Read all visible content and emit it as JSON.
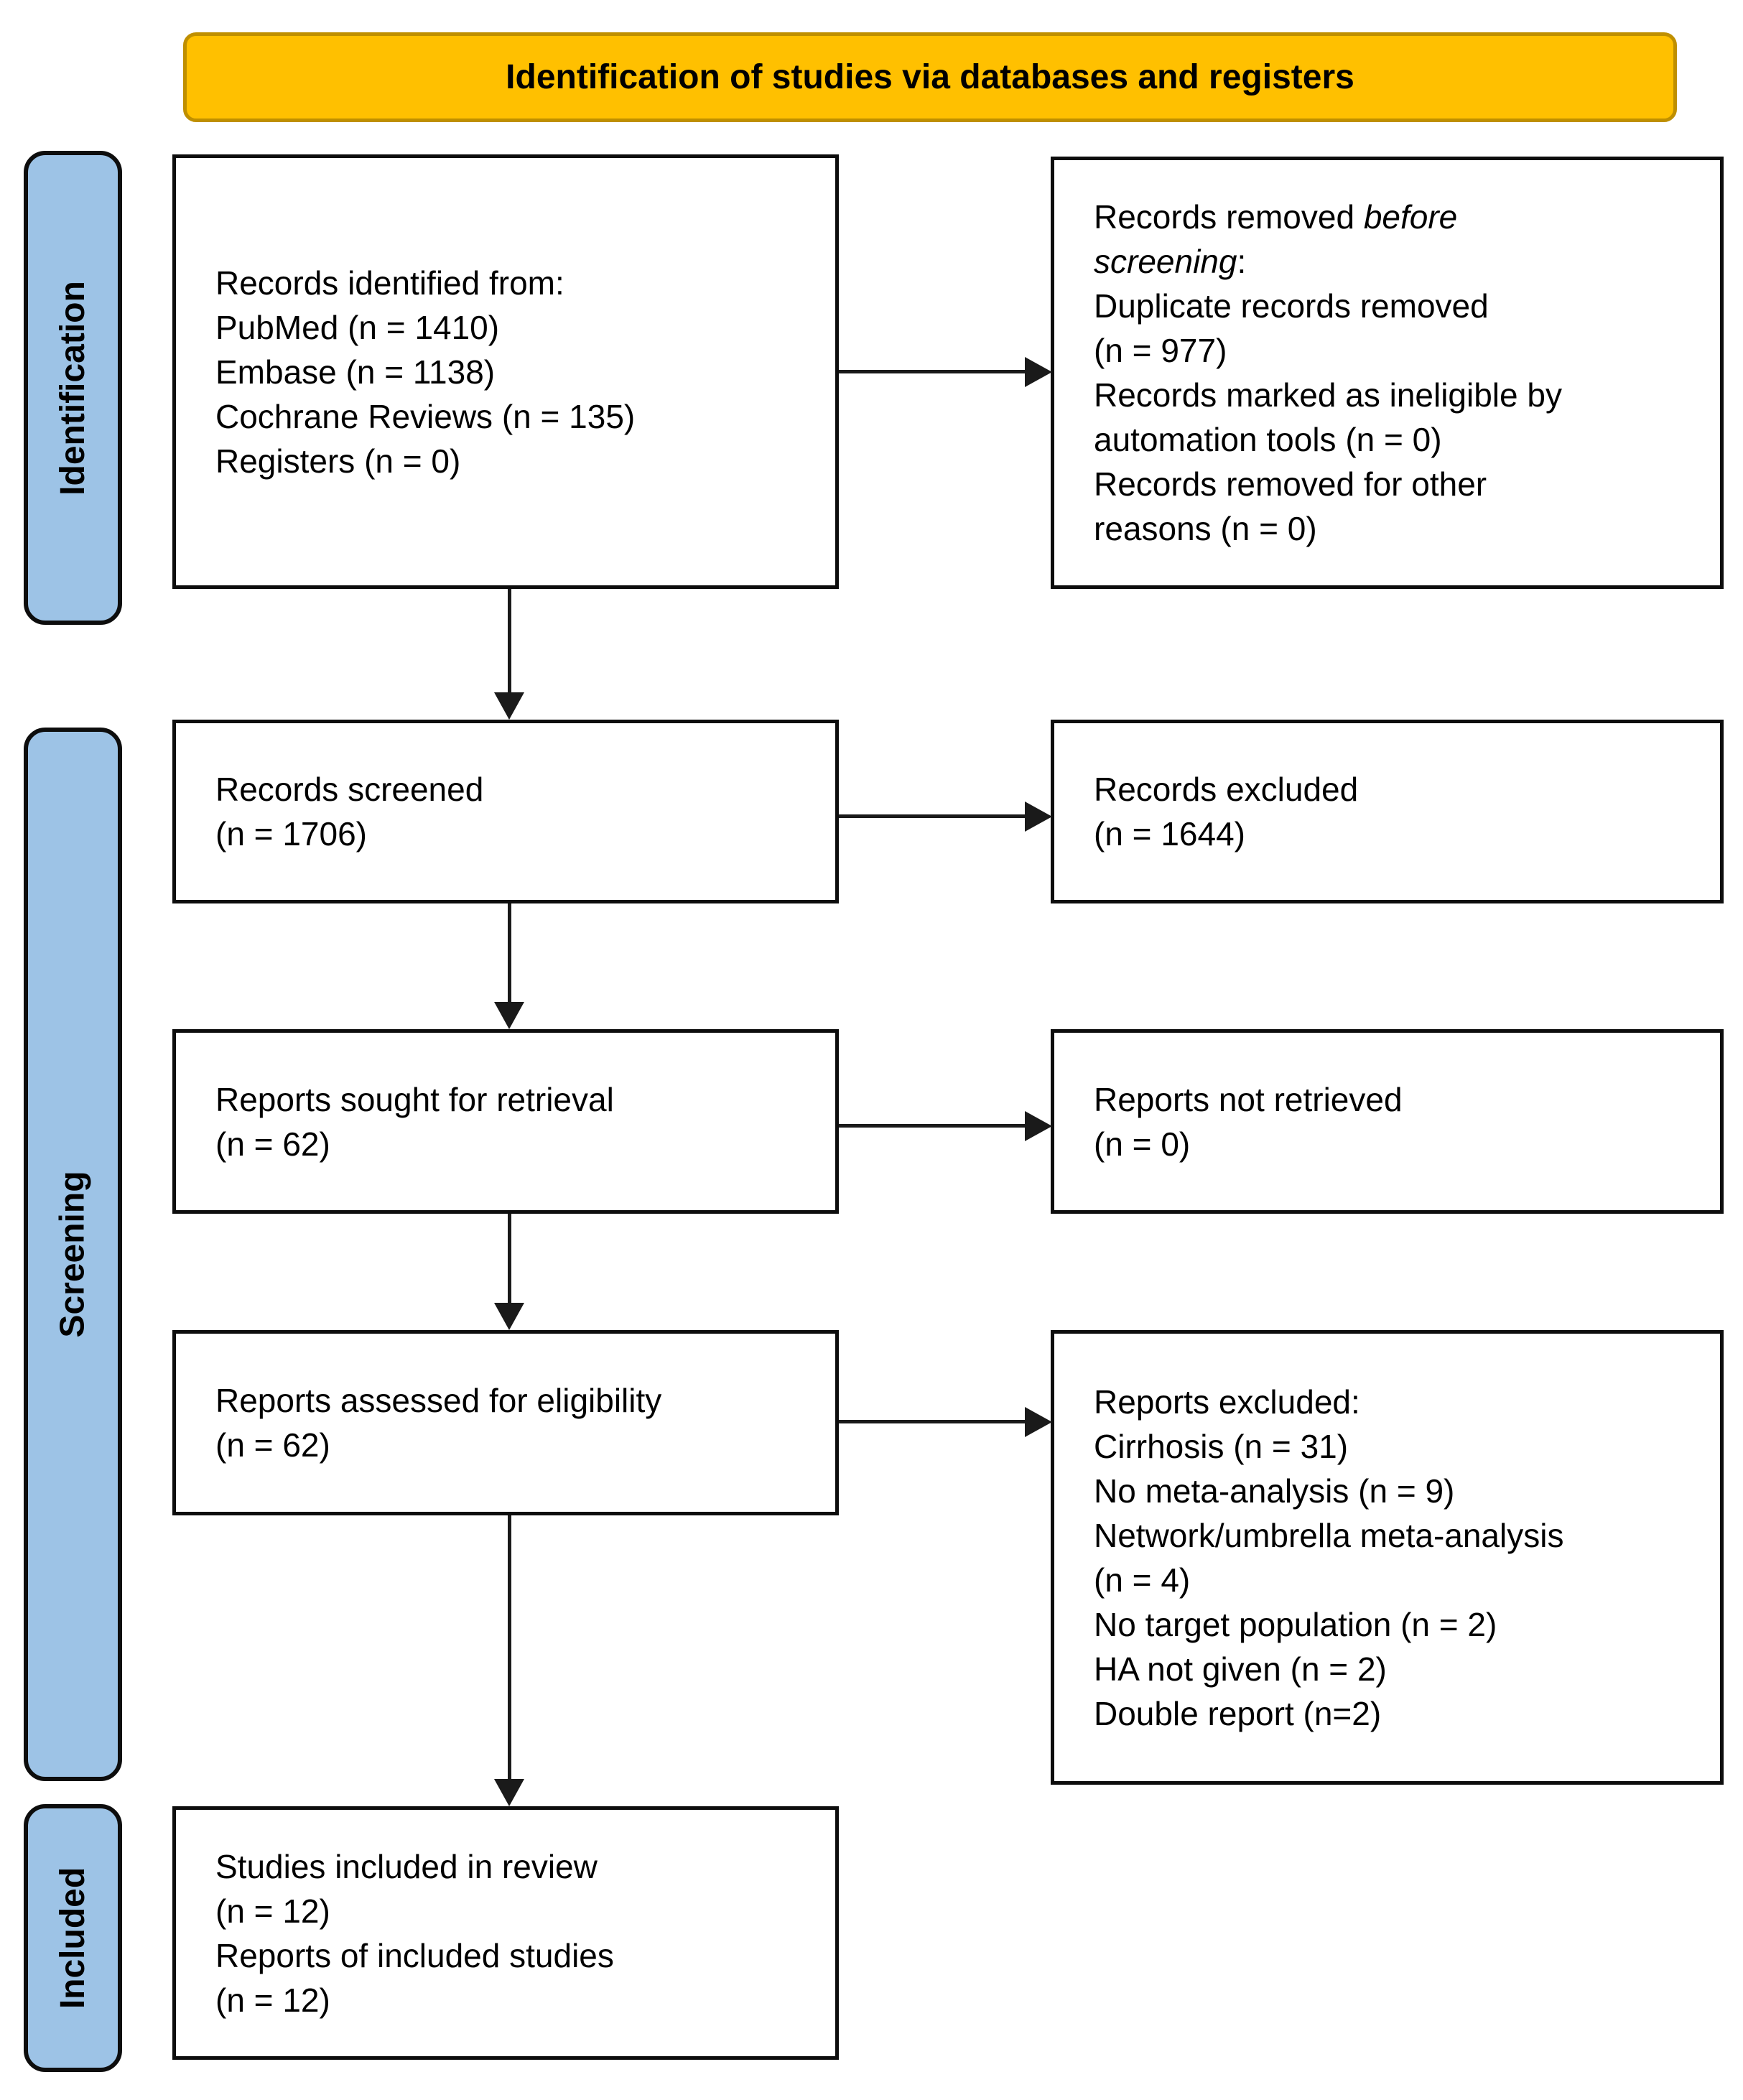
{
  "banner": {
    "title": "Identification of studies via databases and registers"
  },
  "side_labels": {
    "identification": "Identification",
    "screening": "Screening",
    "included": "Included"
  },
  "boxes": {
    "records_identified": {
      "line1": "Records identified from:",
      "line2": "PubMed (n = 1410)",
      "line3": "Embase (n = 1138)",
      "line4": "Cochrane Reviews (n = 135)",
      "line5": "Registers (n = 0)"
    },
    "records_removed": {
      "line1_normal": "Records removed ",
      "line1_italic": "before",
      "line2_italic": "screening",
      "line2_normal": ":",
      "line3": "Duplicate records removed",
      "line4": "(n = 977)",
      "line5": "Records marked as ineligible by",
      "line6": "automation tools (n = 0)",
      "line7": "Records removed for other",
      "line8": "reasons (n = 0)"
    },
    "records_screened": {
      "line1": "Records screened",
      "line2": "(n = 1706)"
    },
    "records_excluded": {
      "line1": "Records excluded",
      "line2": "(n = 1644)"
    },
    "reports_sought": {
      "line1": "Reports sought for retrieval",
      "line2": "(n = 62)"
    },
    "reports_not_retrieved": {
      "line1": "Reports not retrieved",
      "line2": "(n = 0)"
    },
    "reports_assessed": {
      "line1": "Reports assessed for eligibility",
      "line2": "(n = 62)"
    },
    "reports_excluded": {
      "line1": "Reports excluded:",
      "line2": "Cirrhosis (n = 31)",
      "line3": "No meta-analysis (n = 9)",
      "line4": "Network/umbrella meta-analysis",
      "line5": "(n = 4)",
      "line6": "No target population (n = 2)",
      "line7": "HA not given (n = 2)",
      "line8": "Double report (n=2)"
    },
    "studies_included": {
      "line1": "Studies included in review",
      "line2": "(n = 12)",
      "line3": "Reports of included studies",
      "line4": "(n = 12)"
    }
  },
  "colors": {
    "banner_bg": "#FFC000",
    "banner_border": "#BF8F00",
    "tab_bg": "#9DC3E6",
    "box_border": "#000000",
    "arrow": "#1a1a1a"
  }
}
